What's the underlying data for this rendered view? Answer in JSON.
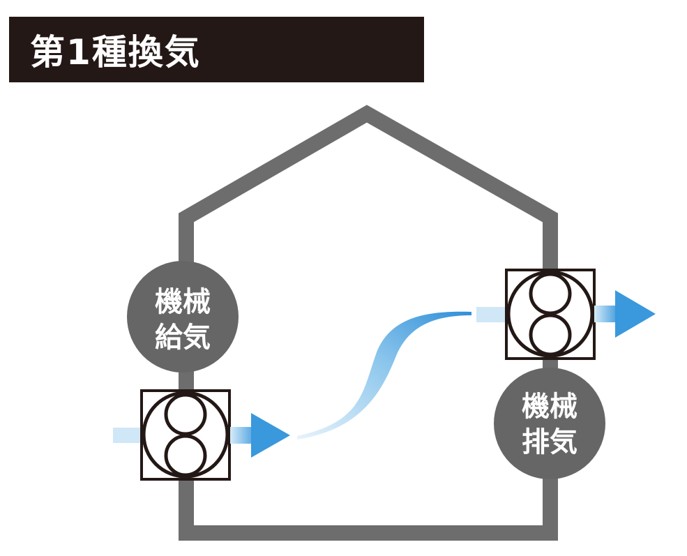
{
  "title": "第1種換気",
  "supply_label": {
    "line1": "機械",
    "line2": "給気"
  },
  "exhaust_label": {
    "line1": "機械",
    "line2": "排気"
  },
  "colors": {
    "banner": "#231815",
    "house_outline": "#6d6d6d",
    "badge": "#666666",
    "fan_stroke": "#231815",
    "arrow_light": "#cfe7f7",
    "arrow_dark": "#3a98dc"
  },
  "icons": [
    "supply-fan-icon",
    "exhaust-fan-icon",
    "airflow-arrow-icon"
  ]
}
